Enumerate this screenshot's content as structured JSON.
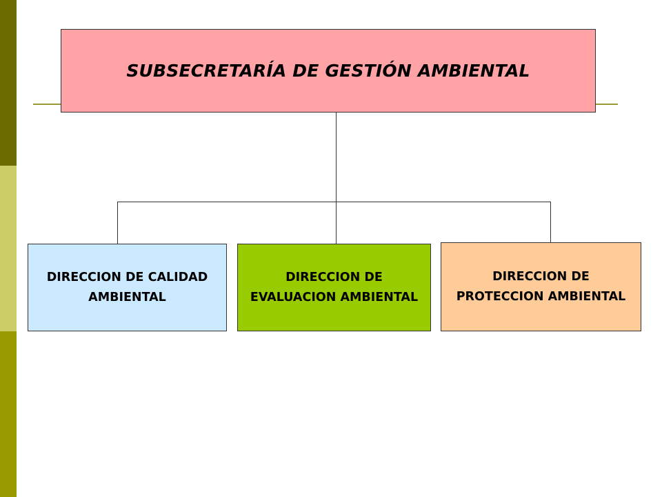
{
  "org_chart": {
    "root": {
      "label": "SUBSECRETARÍA DE GESTIÓN AMBIENTAL",
      "color": "#ffa3a6"
    },
    "children": [
      {
        "label": "DIRECCION DE CALIDAD AMBIENTAL",
        "color": "#cceaff"
      },
      {
        "label": "DIRECCION DE EVALUACION AMBIENTAL",
        "color": "#99cc00"
      },
      {
        "label": "DIRECCION DE PROTECCION AMBIENTAL",
        "color": "#ffcc99"
      }
    ]
  },
  "theme": {
    "side_bar_colors": [
      "#6b6b00",
      "#cccc66",
      "#999900"
    ],
    "accent_line_color": "#999933",
    "connector_color": "#333333"
  }
}
